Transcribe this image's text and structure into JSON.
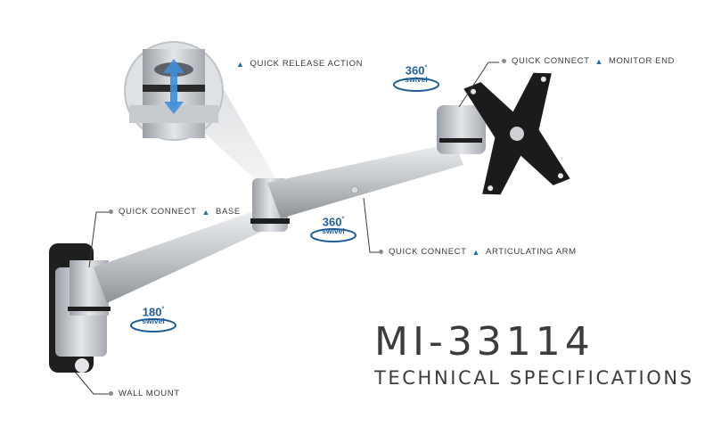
{
  "product": {
    "model": "MI-33114",
    "subtitle": "TECHNICAL SPECIFICATIONS"
  },
  "callouts": {
    "quick_release": "QUICK RELEASE ACTION",
    "monitor_end_a": "QUICK CONNECT",
    "monitor_end_b": "MONITOR END",
    "base_a": "QUICK CONNECT",
    "base_b": "BASE",
    "arm_a": "QUICK CONNECT",
    "arm_b": "ARTICULATING ARM",
    "wall_mount": "WALL MOUNT"
  },
  "swivels": {
    "top": {
      "degrees": "360",
      "label": "swivel"
    },
    "middle": {
      "degrees": "360",
      "label": "swivel"
    },
    "base": {
      "degrees": "180",
      "label": "swivel"
    }
  },
  "colors": {
    "accent": "#1f6fb5",
    "text": "#3c3c3c",
    "metal": "#c9ccd0",
    "plate": "#1e1e1e"
  },
  "icons": {
    "triangle": "triangle-up-icon",
    "arrow": "swivel-arrow-icon"
  }
}
